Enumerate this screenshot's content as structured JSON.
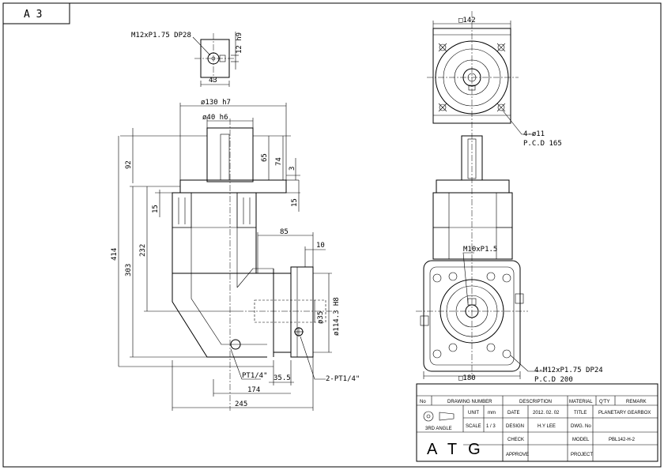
{
  "sheet": {
    "size_label": "A 3"
  },
  "key_view": {
    "thread": "M12xP1.75 DP28",
    "key_height": "12 h9",
    "width": "43"
  },
  "side_view": {
    "flange_dia": "ø130 h7",
    "shaft_dia": "ø40 h6",
    "shaft_len": "92",
    "key_len": "65",
    "shaft_total": "74",
    "shoulder": "3",
    "spigot": "15",
    "spigot_right": "15",
    "height_overall": "414",
    "height_body": "303",
    "height_center": "232",
    "out_len": "85",
    "out_step": "10",
    "bore_dia": "ø35",
    "flange_out_dia": "ø114.3 H8",
    "offset": "35.5",
    "center_dist": "174",
    "overall_len": "245",
    "plug_1": "PT1/4\"",
    "plug_2": "2-PT1/4\""
  },
  "front_view": {
    "square": "□142",
    "holes": "4-ø11",
    "pcd_1": "P.C.D 165",
    "tap_1": "M10xP1.5",
    "tap_2": "4-M12xP1.75 DP24",
    "pcd_2": "P.C.D 200",
    "square_bottom": "□180"
  },
  "title_block": {
    "headers": [
      "No",
      "DRAWING NUMBER",
      "DESCRIPTION",
      "MATERIAL",
      "Q'TY",
      "REMARK"
    ],
    "projection": "3RD ANGLE",
    "unit_label": "UNIT",
    "unit_value": "mm",
    "scale_label": "SCALE",
    "scale_value": "1 / 3",
    "date_label": "DATE",
    "date_value": "2012. 02. 02",
    "design_label": "DESIGN",
    "design_value": "H.Y LEE",
    "check_label": "CHECK",
    "approve_label": "APPROVE",
    "title_label": "TITLE",
    "title_value": "PLANETARY GEARBOX",
    "dwg_label": "DWG. No",
    "model_label": "MODEL",
    "model_value": "PBL142-H-2",
    "project_label": "PROJECT",
    "company": "ATG"
  }
}
